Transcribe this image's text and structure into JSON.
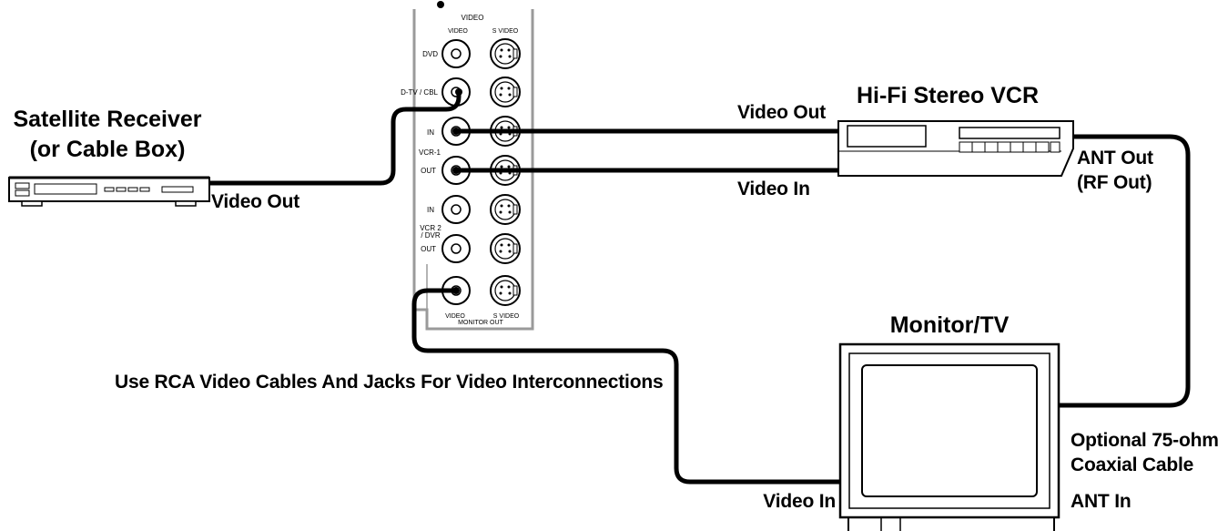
{
  "devices": {
    "satellite_line1": "Satellite Receiver",
    "satellite_line2": "(or Cable Box)",
    "vcr": "Hi-Fi Stereo VCR",
    "monitor": "Monitor/TV"
  },
  "panel": {
    "title": "VIDEO",
    "col_video": "VIDEO",
    "col_svideo": "S VIDEO",
    "row_dvd": "DVD",
    "row_dtv": "D-TV / CBL",
    "row_in1": "IN",
    "row_vcr1": "VCR-1",
    "row_out1": "OUT",
    "row_in2": "IN",
    "row_vcr2_a": "VCR 2",
    "row_vcr2_b": "/ DVR",
    "row_out2": "OUT",
    "bottom_video": "VIDEO",
    "bottom_svideo": "S VIDEO",
    "monitor_out": "MONITOR OUT"
  },
  "labels": {
    "sat_video_out": "Video Out",
    "vcr_video_out": "Video Out",
    "vcr_video_in": "Video In",
    "ant_out_1": "ANT Out",
    "ant_out_2": "(RF Out)",
    "rca_note": "Use RCA Video Cables And Jacks For Video Interconnections",
    "coax_1": "Optional 75-ohm",
    "coax_2": "Coaxial Cable",
    "tv_video_in": "Video In",
    "tv_ant_in": "ANT In"
  }
}
